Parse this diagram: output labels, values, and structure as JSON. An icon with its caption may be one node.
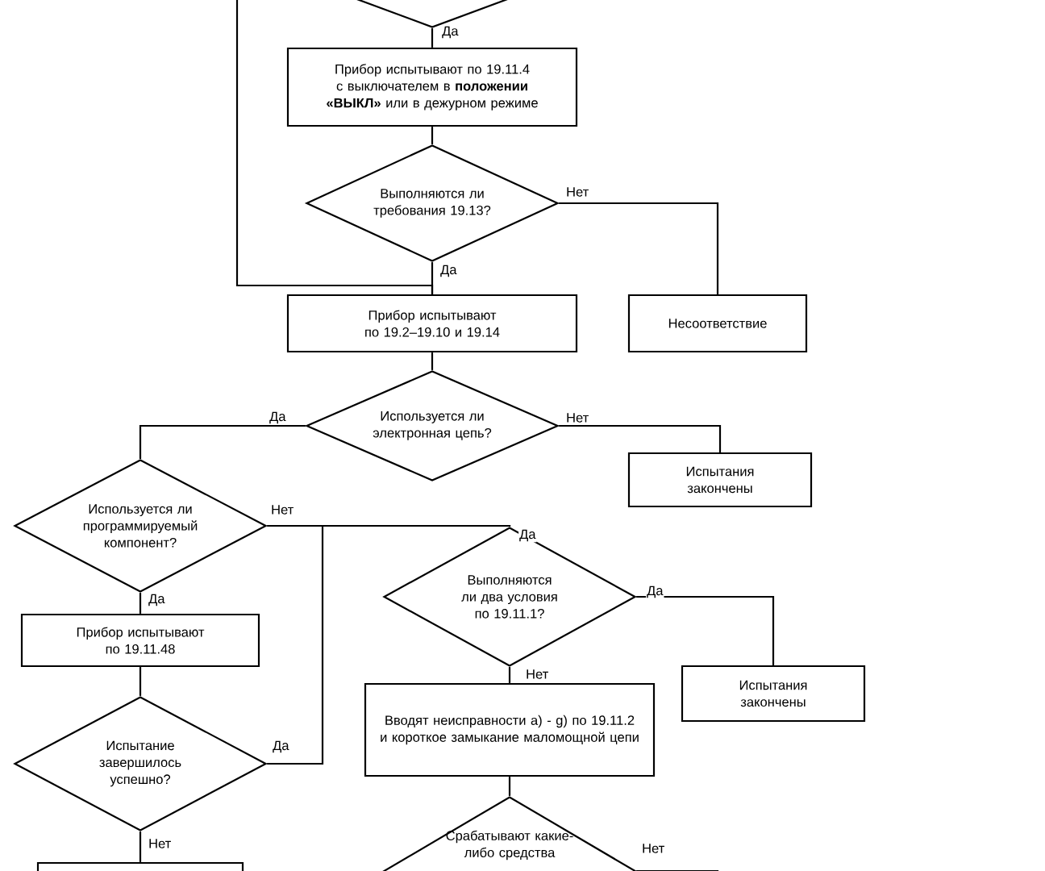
{
  "diagram": {
    "nodes": [
      {
        "text": [],
        "shape": "diamond"
      },
      {
        "text": [
          "Прибор испытывают по 19.11.4 с выключателем в **положении «ВЫКЛ»** или в дежурном режиме"
        ]
      },
      {
        "text": [
          "Выполняются ли требования 19.13?"
        ]
      },
      {
        "text": [
          "Несоответствие"
        ]
      },
      {
        "text": [
          "Прибор испытывают по 19.2–19.10 и 19.14"
        ]
      },
      {
        "text": [
          "Используется ли электронная цепь?"
        ]
      },
      {
        "text": [
          "Испытания закончены"
        ]
      },
      {
        "text": [
          "Используется ли программируемый компонент?"
        ]
      },
      {
        "text": [
          "Выполняются ли два условия по 19.11.1?"
        ]
      },
      {
        "text": [
          "Испытания закончены"
        ]
      },
      {
        "text": [
          "Прибор испытывают по 19.11.48"
        ]
      },
      {
        "text": [
          "Вводят неисправности a) - g) по 19.11.2 и короткое замыкание маломощной цепи"
        ]
      },
      {
        "text": [
          "Испытание завершилось успешно?"
        ]
      },
      {
        "text": [
          "Срабатывают какие-либо средства"
        ]
      },
      {
        "text": [],
        "shape": "box"
      }
    ],
    "edges": [
      {
        "from": 0,
        "to": 1,
        "arrow": "none",
        "label": "Да"
      },
      {
        "from": 1,
        "to": 2,
        "arrow": "none"
      },
      {
        "from": 2,
        "to": 3,
        "arrow": "none",
        "label": "Нет"
      },
      {
        "from": 2,
        "to": 4,
        "arrow": "none",
        "label": "Да"
      },
      {
        "from": null,
        "to": 4,
        "arrow": "none"
      },
      {
        "from": 4,
        "to": 5,
        "arrow": "none"
      },
      {
        "from": 5,
        "to": 6,
        "arrow": "none",
        "label": "Нет"
      },
      {
        "from": 5,
        "to": 7,
        "arrow": "none",
        "label": "Да"
      },
      {
        "from": 7,
        "to": 8,
        "arrow": "none",
        "label": "Нет"
      },
      {
        "from": 12,
        "to": 8,
        "arrow": "none",
        "label": "Да"
      },
      {
        "from": 7,
        "to": 10,
        "arrow": "none",
        "label": "Да"
      },
      {
        "from": 10,
        "to": 12,
        "arrow": "none"
      },
      {
        "from": 12,
        "to": 14,
        "arrow": "none",
        "label": "Нет"
      },
      {
        "from": 8,
        "to": 9,
        "arrow": "none",
        "label": "Да"
      },
      {
        "from": 8,
        "to": 11,
        "arrow": "none",
        "label": "Нет"
      },
      {
        "from": 11,
        "to": 13,
        "arrow": "none"
      },
      {
        "from": 13,
        "to": null,
        "arrow": "none",
        "label": "Нет"
      }
    ],
    "labels": [
      "Да"
    ]
  }
}
